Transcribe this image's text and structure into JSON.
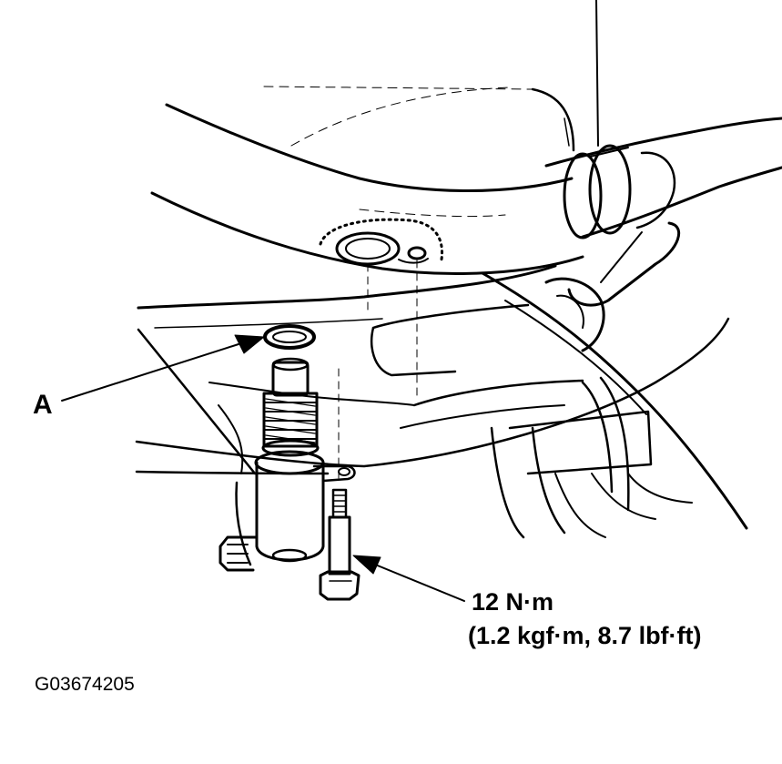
{
  "callouts": {
    "a_label": "A"
  },
  "torque": {
    "line1": "12 N·m",
    "line2": "(1.2 kgf·m, 8.7 lbf·ft)"
  },
  "figure_code": "G03674205",
  "colors": {
    "ink": "#000000",
    "background": "#ffffff"
  }
}
